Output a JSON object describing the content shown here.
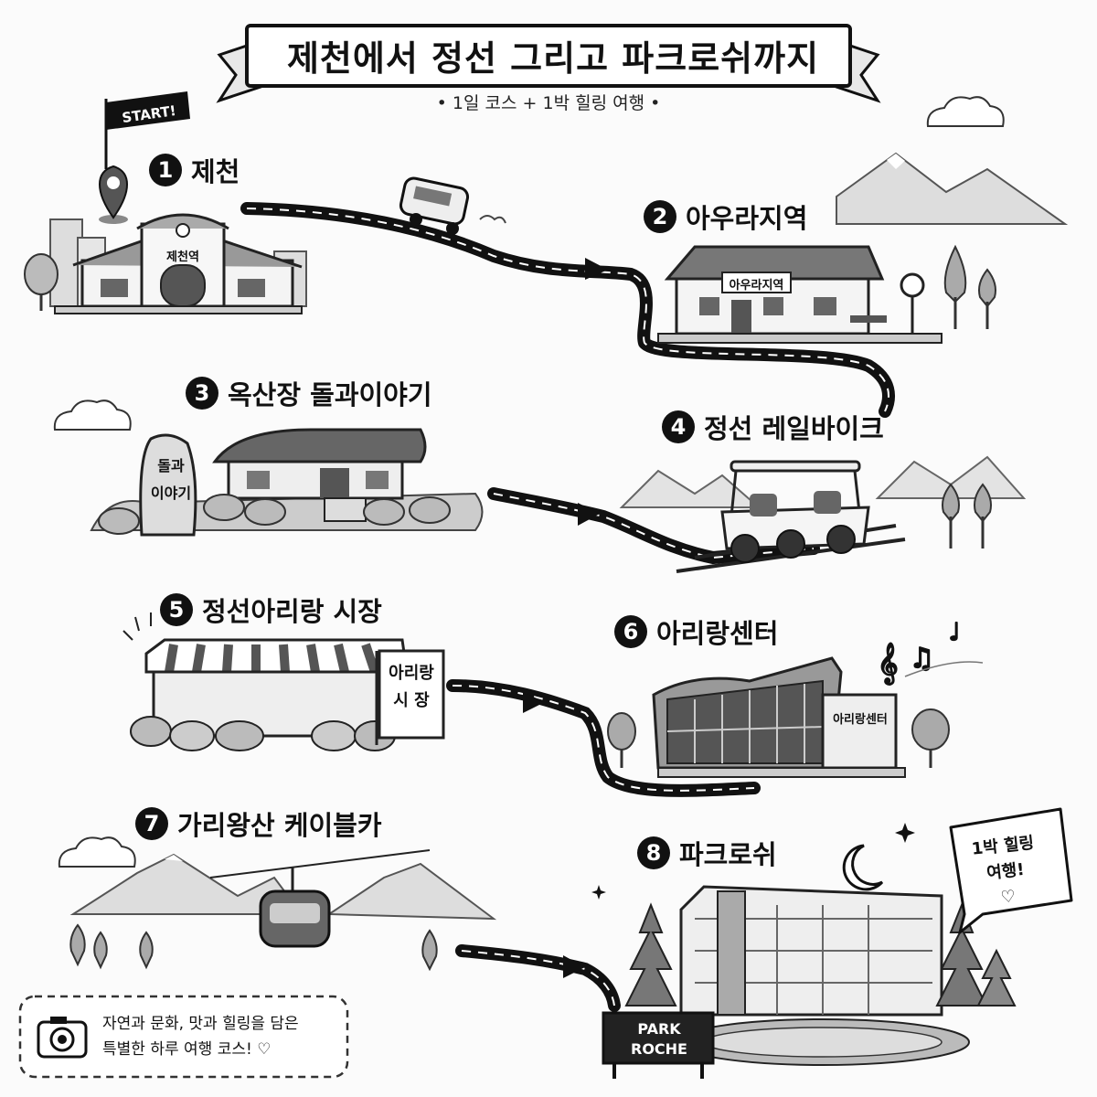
{
  "title": "제천에서 정선 그리고 파크로쉬까지",
  "subtitle": "• 1일 코스 + 1박 힐링 여행 •",
  "start_flag": "START!",
  "stops": [
    {
      "num": "1",
      "name": "제천",
      "sign": "제천역"
    },
    {
      "num": "2",
      "name": "아우라지역",
      "sign": "아우라지역"
    },
    {
      "num": "3",
      "name": "옥산장 돌과이야기",
      "sign_lines": [
        "돌과",
        "이야기"
      ]
    },
    {
      "num": "4",
      "name": "정선 레일바이크"
    },
    {
      "num": "5",
      "name": "정선아리랑 시장",
      "sign_lines": [
        "아리랑",
        "시 장"
      ]
    },
    {
      "num": "6",
      "name": "아리랑센터",
      "sign": "아리랑센터"
    },
    {
      "num": "7",
      "name": "가리왕산 케이블카"
    },
    {
      "num": "8",
      "name": "파크로쉬",
      "sign_lines": [
        "PARK",
        "ROCHE"
      ]
    }
  ],
  "bubble": {
    "lines": [
      "1박 힐링",
      "여행!",
      "♡"
    ]
  },
  "note": {
    "lines": [
      "자연과 문화, 맛과 힐링을 담은",
      "특별한 하루 여행 코스! ♡"
    ]
  },
  "icons": [
    "map-pin-icon",
    "camera-icon",
    "music-note-icon",
    "moon-icon",
    "sparkle-icon",
    "heart-icon",
    "cloud-icon"
  ]
}
